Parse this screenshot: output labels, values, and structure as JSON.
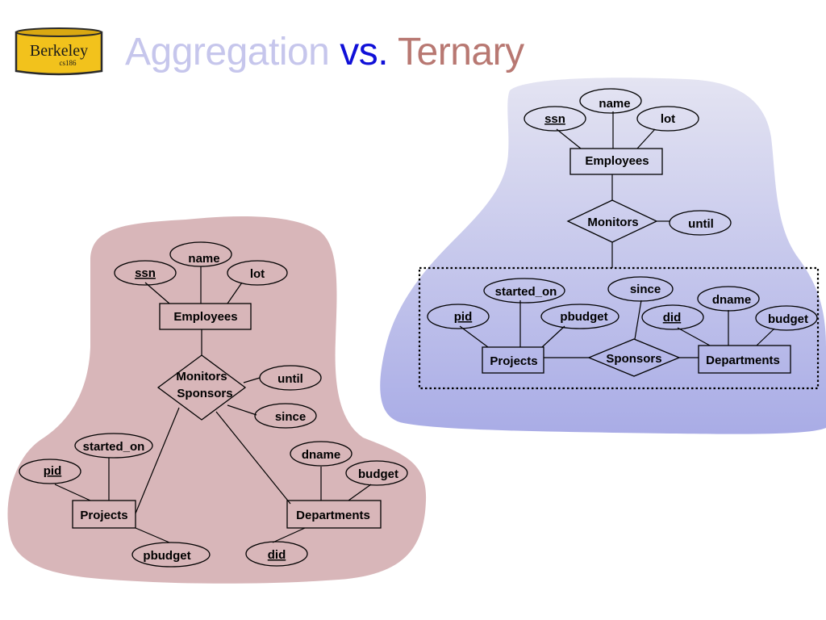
{
  "logo": {
    "name": "Berkeley",
    "course": "cs186"
  },
  "title": {
    "part1": "Aggregation ",
    "part2": "vs. ",
    "part3": "Ternary"
  },
  "aggregation": {
    "entities": {
      "employees": "Employees",
      "projects": "Projects",
      "departments": "Departments"
    },
    "relationship": {
      "line1": "Monitors",
      "line2": "Sponsors"
    },
    "attributes": {
      "name": "name",
      "ssn": "ssn",
      "lot": "lot",
      "until": "until",
      "since": "since",
      "started_on": "started_on",
      "pid": "pid",
      "pbudget": "pbudget",
      "dname": "dname",
      "budget": "budget",
      "did": "did"
    }
  },
  "ternary": {
    "entities": {
      "employees": "Employees",
      "projects": "Projects",
      "departments": "Departments"
    },
    "relationships": {
      "monitors": "Monitors",
      "sponsors": "Sponsors"
    },
    "attributes": {
      "name": "name",
      "ssn": "ssn",
      "lot": "lot",
      "until": "until",
      "since": "since",
      "started_on": "started_on",
      "pid": "pid",
      "pbudget": "pbudget",
      "dname": "dname",
      "budget": "budget",
      "did": "did"
    }
  }
}
